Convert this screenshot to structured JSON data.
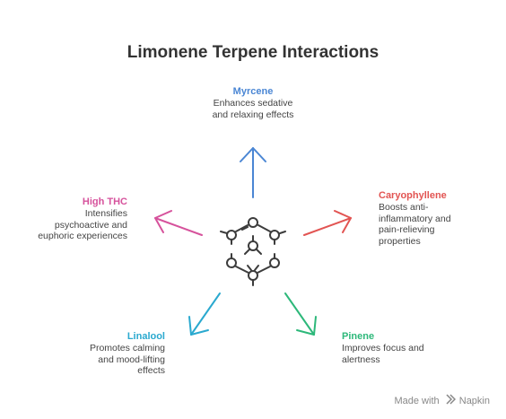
{
  "title": "Limonene Terpene Interactions",
  "colors": {
    "myrcene": "#4a86d4",
    "caryophyllene": "#e25452",
    "pinene": "#2db87a",
    "linalool": "#2aa9cf",
    "high_thc": "#d6529c",
    "molecule": "#3c3c3c"
  },
  "nodes": {
    "myrcene": {
      "label": "Myrcene",
      "desc": "Enhances sedative\nand relaxing effects"
    },
    "caryophyllene": {
      "label": "Caryophyllene",
      "desc": "Boosts anti-\ninflammatory and\npain-relieving\nproperties"
    },
    "pinene": {
      "label": "Pinene",
      "desc": "Improves focus and\nalertness"
    },
    "linalool": {
      "label": "Linalool",
      "desc": "Promotes calming\nand mood-lifting\neffects"
    },
    "high_thc": {
      "label": "High THC",
      "desc": "Intensifies\npsychoactive and\neuphoric experiences"
    }
  },
  "center_icon": "molecule-icon",
  "footer": {
    "prefix": "Made with",
    "brand": "Napkin",
    "icon": "napkin-logo-icon"
  }
}
